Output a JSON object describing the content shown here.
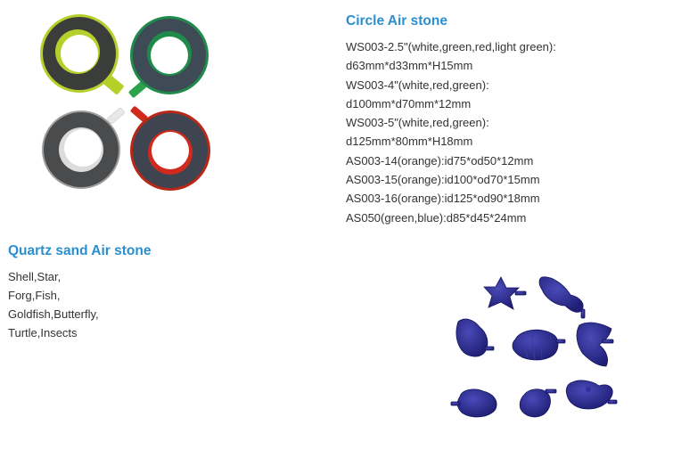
{
  "circle_air_stone": {
    "title": "Circle Air stone",
    "specs": [
      "WS003-2.5\"(white,green,red,light green):",
      "d63mm*d33mm*H15mm",
      "WS003-4\"(white,red,green):",
      "d100mm*d70mm*12mm",
      "WS003-5\"(white,red,green):",
      "d125mm*80mm*H18mm",
      "AS003-14(orange):id75*od50*12mm",
      "AS003-15(orange):id100*od70*15mm",
      "AS003-16(orange):id125*od90*18mm",
      "AS050(green,blue):d85*d45*24mm"
    ],
    "ring_colors": {
      "light_green": "#b6cf2a",
      "green": "#1f8a4a",
      "white": "#dcdcdc",
      "red": "#d0291d"
    }
  },
  "quartz_sand_air_stone": {
    "title": "Quartz sand Air stone",
    "shapes": [
      "Shell,Star,",
      "Forg,Fish,",
      "Goldfish,Butterfly,",
      "Turtle,Insects"
    ],
    "stone_color": "#2a2a8c"
  },
  "accent_color": "#2a8fd0"
}
